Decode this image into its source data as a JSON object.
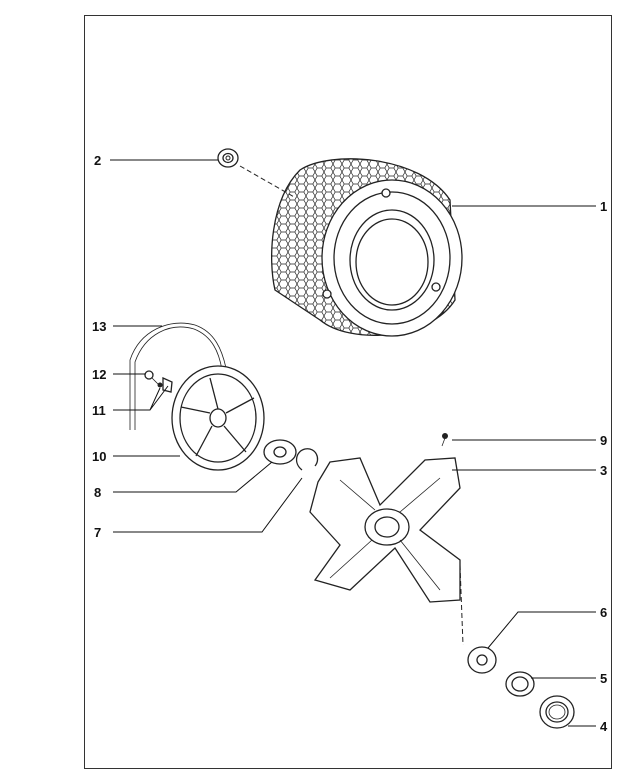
{
  "diagram": {
    "callouts": [
      {
        "id": "2",
        "text": "2"
      },
      {
        "id": "1",
        "text": "1"
      },
      {
        "id": "13",
        "text": "13"
      },
      {
        "id": "12",
        "text": "12"
      },
      {
        "id": "11",
        "text": "11"
      },
      {
        "id": "10",
        "text": "10"
      },
      {
        "id": "9",
        "text": "9"
      },
      {
        "id": "3",
        "text": "3"
      },
      {
        "id": "8",
        "text": "8"
      },
      {
        "id": "7",
        "text": "7"
      },
      {
        "id": "6",
        "text": "6"
      },
      {
        "id": "5",
        "text": "5"
      },
      {
        "id": "4",
        "text": "4"
      }
    ]
  },
  "colors": {
    "line": "#222222",
    "background": "#ffffff"
  }
}
